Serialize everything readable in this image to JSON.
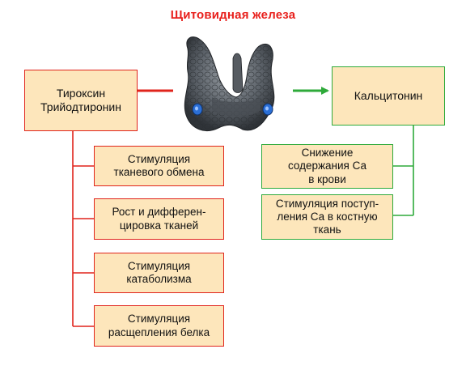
{
  "title": "Щитовидная железа",
  "left_hormone": "Тироксин\nТрийодтиронин",
  "right_hormone": "Кальцитонин",
  "left_effects": [
    "Стимуляция\nтканевого обмена",
    "Рост и дифферен-\nцировка тканей",
    "Стимуляция\nкатаболизма",
    "Стимуляция\nрасщепления белка"
  ],
  "right_effects": [
    "Снижение\nсодержания Са\nв крови",
    "Стимуляция поступ-\nления Са в костную\nткань"
  ],
  "colors": {
    "left_branch": "#e0241c",
    "right_branch": "#2eaa3a",
    "box_fill": "#fde6bb",
    "title": "#e8201c"
  },
  "icons": {
    "gland": "thyroid-gland-illustration"
  }
}
